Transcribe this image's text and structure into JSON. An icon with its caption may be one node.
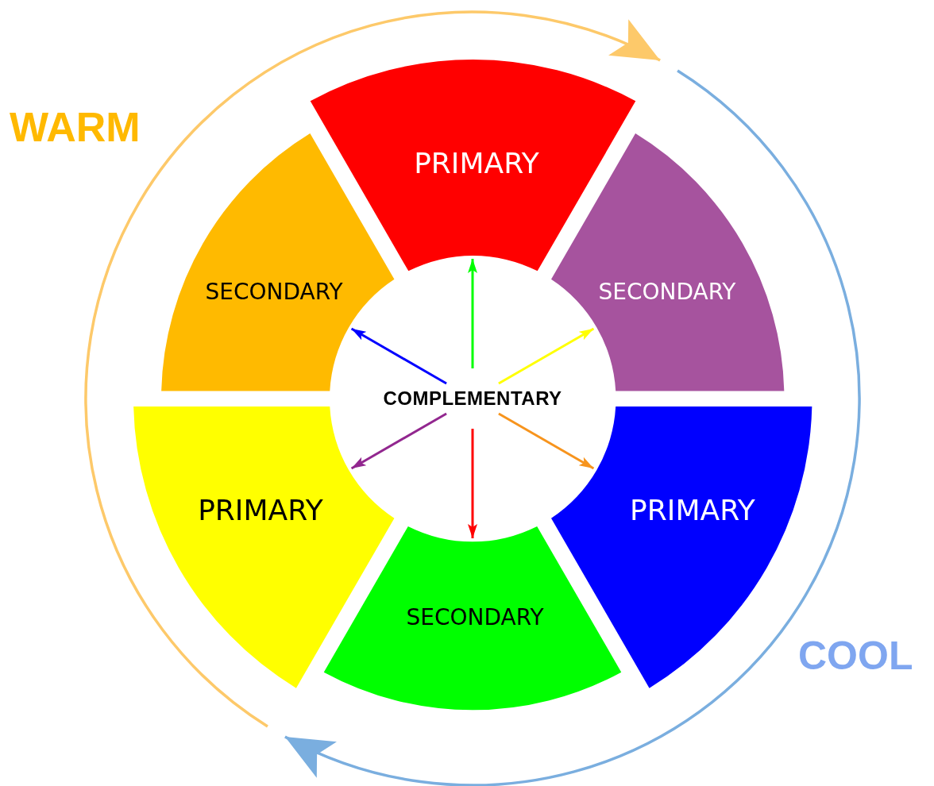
{
  "diagram": {
    "nodes": [
      {
        "text": [
          "PRIMARY"
        ]
      },
      {
        "text": [
          "SECONDARY"
        ]
      },
      {
        "text": [
          "SECONDARY"
        ]
      },
      {
        "text": [
          "COMPLEMENTARY"
        ]
      },
      {
        "text": [
          "PRIMARY"
        ]
      },
      {
        "text": [
          "PRIMARY"
        ]
      },
      {
        "text": [
          "SECONDARY"
        ]
      }
    ],
    "edges": [
      {
        "from": 3,
        "to": 0,
        "arrow": "to",
        "color": "#00ff00"
      },
      {
        "from": 3,
        "to": 2,
        "arrow": "to",
        "color": "#ffff00"
      },
      {
        "from": 3,
        "to": 5,
        "arrow": "to",
        "color": "#f7941d"
      },
      {
        "from": 3,
        "to": 6,
        "arrow": "to",
        "color": "#ff0000"
      },
      {
        "from": 3,
        "to": 4,
        "arrow": "to",
        "color": "#92278f"
      },
      {
        "from": 3,
        "to": 1,
        "arrow": "to",
        "color": "#0000ff"
      }
    ],
    "labels": [
      "WARM",
      "COOL"
    ]
  }
}
